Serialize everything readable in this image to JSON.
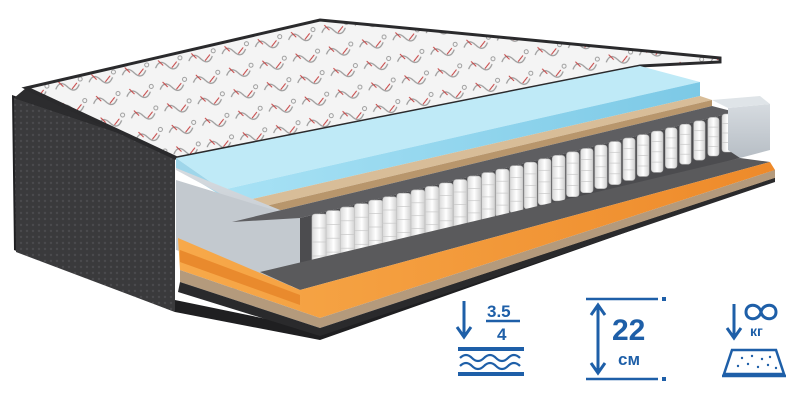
{
  "product": {
    "image_label": "mattress-cross-section"
  },
  "icons": {
    "firmness": {
      "top": "3.5",
      "bottom": "4"
    },
    "height": {
      "value": "22",
      "unit": "см"
    },
    "weight_limit": {
      "unit": "кг"
    }
  },
  "colors": {
    "icon_blue": "#1e5fa8",
    "cover_dark": "#3a3a3c",
    "gel_foam": "#8fd3ec",
    "coconut": "#c9aa86",
    "orange_foam": "#f39a3a",
    "felt_grey": "#5a5a5c",
    "spring_white": "#f2f2f2"
  }
}
